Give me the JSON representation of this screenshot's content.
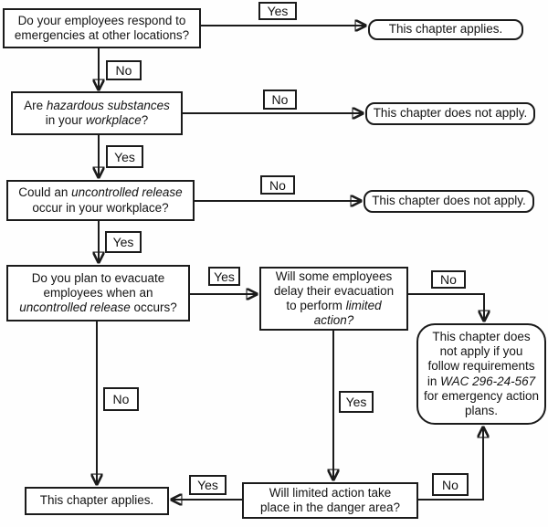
{
  "page": {
    "background_color": "#fefefe",
    "ink_color": "#1b1b1b"
  },
  "flowchart": {
    "questions": {
      "q1": {
        "lines": [
          [
            {
              "t": "Do your employees respond to"
            }
          ],
          [
            {
              "t": "emergencies at other locations?"
            }
          ]
        ]
      },
      "q2": {
        "lines": [
          [
            {
              "t": "Are "
            },
            {
              "t": "hazardous substances",
              "i": true
            }
          ],
          [
            {
              "t": "in your "
            },
            {
              "t": "workplace",
              "i": true
            },
            {
              "t": "?"
            }
          ]
        ]
      },
      "q3": {
        "lines": [
          [
            {
              "t": "Could an "
            },
            {
              "t": "uncontrolled release",
              "i": true
            }
          ],
          [
            {
              "t": "occur in your workplace?"
            }
          ]
        ]
      },
      "q4": {
        "lines": [
          [
            {
              "t": "Do you plan to evacuate"
            }
          ],
          [
            {
              "t": "employees when an"
            }
          ],
          [
            {
              "t": "uncontrolled release",
              "i": true
            },
            {
              "t": " occurs?"
            }
          ]
        ]
      },
      "q5": {
        "lines": [
          [
            {
              "t": "Will some employees"
            }
          ],
          [
            {
              "t": "delay their evacuation"
            }
          ],
          [
            {
              "t": "to perform "
            },
            {
              "t": "limited",
              "i": true
            }
          ],
          [
            {
              "t": "action?",
              "i": true
            }
          ]
        ]
      },
      "q6": {
        "lines": [
          [
            {
              "t": "Will limited action take"
            }
          ],
          [
            {
              "t": "place in the danger area?"
            }
          ]
        ]
      }
    },
    "outcomes": {
      "applies_top": {
        "lines": [
          [
            {
              "t": "This chapter applies."
            }
          ]
        ]
      },
      "not_apply_1": {
        "lines": [
          [
            {
              "t": "This chapter does not apply."
            }
          ]
        ]
      },
      "not_apply_2": {
        "lines": [
          [
            {
              "t": "This chapter does not apply."
            }
          ]
        ]
      },
      "wac_box": {
        "lines": [
          [
            {
              "t": "This chapter does"
            }
          ],
          [
            {
              "t": "not apply if you"
            }
          ],
          [
            {
              "t": "follow requirements"
            }
          ],
          [
            {
              "t": "in "
            },
            {
              "t": "WAC 296-24-567",
              "i": true
            }
          ],
          [
            {
              "t": "for emergency action"
            }
          ],
          [
            {
              "t": "plans."
            }
          ]
        ]
      },
      "applies_bottom": {
        "lines": [
          [
            {
              "t": "This chapter applies."
            }
          ]
        ]
      }
    },
    "labels": {
      "yes1": "Yes",
      "no1": "No",
      "no2": "No",
      "yes2": "Yes",
      "no3": "No",
      "yes3": "Yes",
      "yes4": "Yes",
      "no4": "No",
      "no5": "No",
      "yes5": "Yes",
      "yes6": "Yes",
      "no6": "No"
    }
  }
}
